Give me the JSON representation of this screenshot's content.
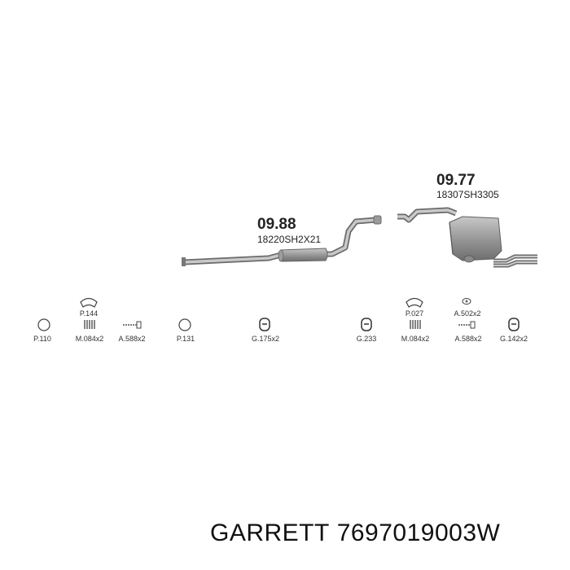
{
  "parts": [
    {
      "number": "09.88",
      "oem": "18220SH2X21"
    },
    {
      "number": "09.77",
      "oem": "18307SH3305"
    }
  ],
  "accessories": [
    {
      "label": "P.144",
      "icon": "gasket-ring-icon"
    },
    {
      "label": "P.110",
      "icon": "gasket-ring-icon"
    },
    {
      "label": "M.084x2",
      "icon": "spring-icon"
    },
    {
      "label": "A.588x2",
      "icon": "bolt-icon"
    },
    {
      "label": "P.131",
      "icon": "gasket-ring-icon"
    },
    {
      "label": "G.175x2",
      "icon": "rubber-hanger-icon"
    },
    {
      "label": "G.233",
      "icon": "rubber-hanger-icon"
    },
    {
      "label": "P.027",
      "icon": "gasket-ring-icon"
    },
    {
      "label": "M.084x2",
      "icon": "spring-icon"
    },
    {
      "label": "A.502x2",
      "icon": "nut-icon"
    },
    {
      "label": "A.588x2",
      "icon": "bolt-icon"
    },
    {
      "label": "G.142x2",
      "icon": "rubber-hanger-icon"
    }
  ],
  "footer": {
    "brand": "GARRETT",
    "part_number": "7697019003W"
  }
}
